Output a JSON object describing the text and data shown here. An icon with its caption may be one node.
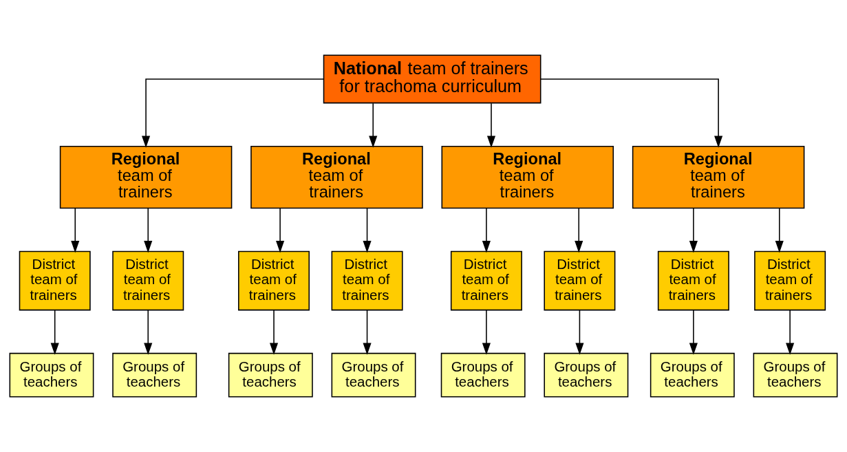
{
  "diagram": {
    "nodes": [
      {
        "text": [
          "**National** team of trainers for trachoma curriculum"
        ]
      },
      {
        "text": [
          "**Regional** team of trainers"
        ]
      },
      {
        "text": [
          "**Regional** team of trainers"
        ]
      },
      {
        "text": [
          "**Regional** team of trainers"
        ]
      },
      {
        "text": [
          "**Regional** team of trainers"
        ]
      },
      {
        "text": [
          "District team of trainers"
        ]
      },
      {
        "text": [
          "District team of trainers"
        ]
      },
      {
        "text": [
          "District team of trainers"
        ]
      },
      {
        "text": [
          "District team of trainers"
        ]
      },
      {
        "text": [
          "District team of trainers"
        ]
      },
      {
        "text": [
          "District team of trainers"
        ]
      },
      {
        "text": [
          "District team of trainers"
        ]
      },
      {
        "text": [
          "District team of trainers"
        ]
      },
      {
        "text": [
          "Groups of teachers"
        ]
      },
      {
        "text": [
          "Groups of teachers"
        ]
      },
      {
        "text": [
          "Groups of teachers"
        ]
      },
      {
        "text": [
          "Groups of teachers"
        ]
      },
      {
        "text": [
          "Groups of teachers"
        ]
      },
      {
        "text": [
          "Groups of teachers"
        ]
      },
      {
        "text": [
          "Groups of teachers"
        ]
      },
      {
        "text": [
          "Groups of teachers"
        ]
      }
    ],
    "edges": [
      {
        "from": 0,
        "to": 1,
        "arrow": "to"
      },
      {
        "from": 0,
        "to": 2,
        "arrow": "to"
      },
      {
        "from": 0,
        "to": 3,
        "arrow": "to"
      },
      {
        "from": 0,
        "to": 4,
        "arrow": "to"
      },
      {
        "from": 1,
        "to": 5,
        "arrow": "to"
      },
      {
        "from": 1,
        "to": 6,
        "arrow": "to"
      },
      {
        "from": 2,
        "to": 7,
        "arrow": "to"
      },
      {
        "from": 2,
        "to": 8,
        "arrow": "to"
      },
      {
        "from": 3,
        "to": 9,
        "arrow": "to"
      },
      {
        "from": 3,
        "to": 10,
        "arrow": "to"
      },
      {
        "from": 4,
        "to": 11,
        "arrow": "to"
      },
      {
        "from": 4,
        "to": 12,
        "arrow": "to"
      },
      {
        "from": 5,
        "to": 13,
        "arrow": "to"
      },
      {
        "from": 6,
        "to": 14,
        "arrow": "to"
      },
      {
        "from": 7,
        "to": 15,
        "arrow": "to"
      },
      {
        "from": 8,
        "to": 16,
        "arrow": "to"
      },
      {
        "from": 9,
        "to": 17,
        "arrow": "to"
      },
      {
        "from": 10,
        "to": 18,
        "arrow": "to"
      },
      {
        "from": 11,
        "to": 19,
        "arrow": "to"
      },
      {
        "from": 12,
        "to": 20,
        "arrow": "to"
      }
    ]
  }
}
